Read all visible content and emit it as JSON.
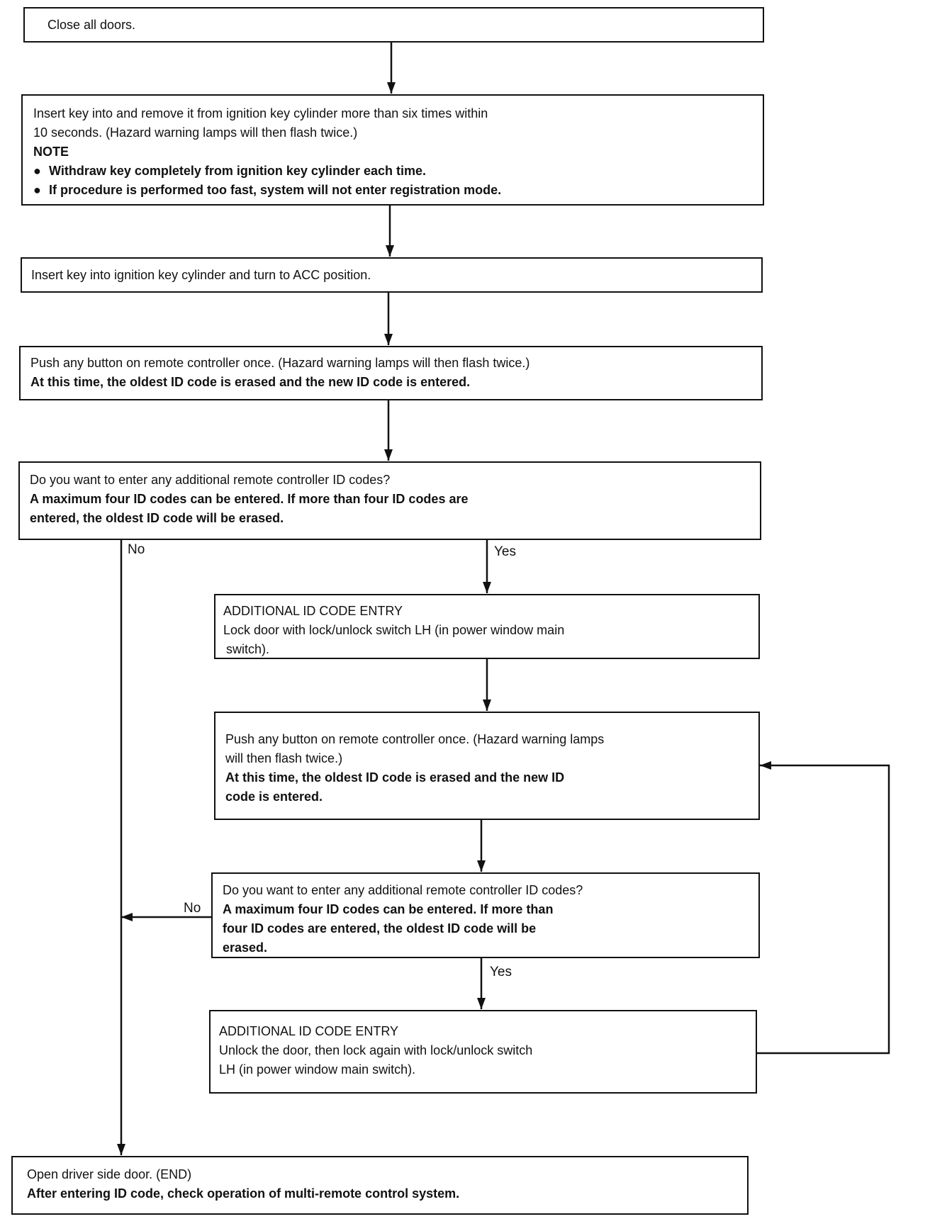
{
  "steps": {
    "s1": {
      "line1": "Close all doors."
    },
    "s2": {
      "line1": "Insert key into and remove it from ignition key cylinder more than six times within",
      "line2": "10 seconds. (Hazard warning lamps will then flash twice.)",
      "note": "NOTE",
      "bullet1": "Withdraw key completely from ignition key cylinder each time.",
      "bullet2": "If procedure is performed too fast, system will not enter registration mode."
    },
    "s3": {
      "line1": "Insert key into ignition key cylinder and turn to ACC position."
    },
    "s4": {
      "line1": "Push any button on remote controller once. (Hazard warning lamps will then flash twice.)",
      "line2": "At this time, the oldest ID code is erased and the new ID code is entered."
    },
    "s5": {
      "line1": "Do you want to enter any additional remote controller ID codes?",
      "line2": "A maximum four ID codes can be entered. If more than four ID codes are",
      "line3": "entered, the oldest ID code will be erased."
    },
    "s6": {
      "line1": "ADDITIONAL ID CODE ENTRY",
      "line2": "Lock door with lock/unlock switch LH (in power window main",
      "line3": "switch)."
    },
    "s7": {
      "line1": "Push any button on remote controller once. (Hazard warning lamps",
      "line2": "will then flash twice.)",
      "line3": "At this time, the oldest ID code is erased and the new ID",
      "line4": "code is entered."
    },
    "s8": {
      "line1": "Do you want to enter any additional remote controller ID codes?",
      "line2": "A maximum four ID codes can be entered. If more than",
      "line3": "four ID codes are entered, the oldest ID code will be",
      "line4": "erased."
    },
    "s9": {
      "line1": "ADDITIONAL ID CODE ENTRY",
      "line2": "Unlock the door, then lock again with lock/unlock switch",
      "line3": "LH (in power window main switch)."
    },
    "s10": {
      "line1": "Open driver side door. (END)",
      "line2": "After entering ID code, check operation of multi-remote control system."
    }
  },
  "labels": {
    "no1": "No",
    "yes1": "Yes",
    "no2": "No",
    "yes2": "Yes"
  }
}
